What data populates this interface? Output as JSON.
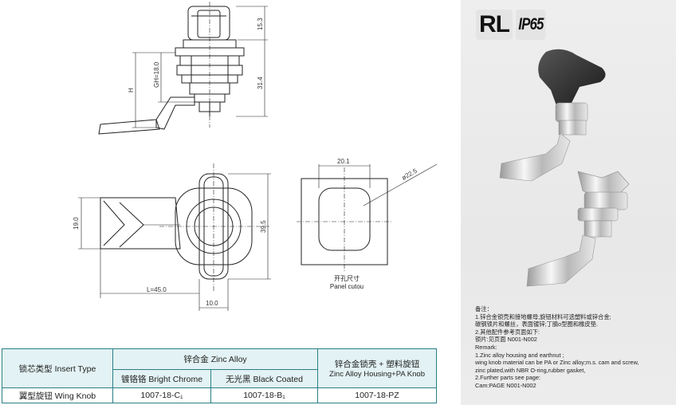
{
  "dimensions": {
    "top_height": "15.3",
    "body_height": "31.4",
    "gh": "GH=18.0",
    "h": "H",
    "width_19": "19.0",
    "height_39_5": "39.5",
    "length": "L=45.0",
    "thickness": "10.0",
    "cutout_width": "20.1",
    "cutout_diameter": "ø22.5"
  },
  "cutout_label": {
    "zh": "开孔尺寸",
    "en": "Panel cutou"
  },
  "badges": {
    "series": "RL",
    "protection": "IP65"
  },
  "remarks": [
    "备注：",
    "1.锌合金锁壳和接地螺母;旋钮材料可选塑料或锌合金;",
    "碳钢锁片和螺丝，表面镀锌;丁腈o型圈和橡皮垫.",
    "2.其他配件参考页面如下:",
    "锁片:见页面 N001-N002",
    "Remark:",
    "1.Zinc alloy housing and earthnut ;",
    "wing knob material can be PA or Zinc alloy;m.s. cam and screw,",
    "zinc plated,with NBR O-ring,rubber gasket,",
    "2.Further parts see page:",
    "Cam:PAGE N001-N002"
  ],
  "table": {
    "col_insert_type": "锁芯类型 Insert Type",
    "zinc_alloy": "锌合金 Zinc Alloy",
    "housing_zh": "锌合金锁壳 + 塑料旋钮",
    "housing_en": "Zinc Alloy Housing+PA Knob",
    "bright_chrome": "镀铬铬 Bright Chrome",
    "black_coated": "无光黑 Black Coated",
    "row_type": "翼型旋钮 Wing Knob",
    "code_chrome": "1007-18-C₁",
    "code_black": "1007-18-B₁",
    "code_pz": "1007-18-PZ"
  },
  "colors": {
    "table_border": "#2a7f86",
    "table_header_bg": "#e3f2f4",
    "panel_bg": "#eeeeee"
  }
}
